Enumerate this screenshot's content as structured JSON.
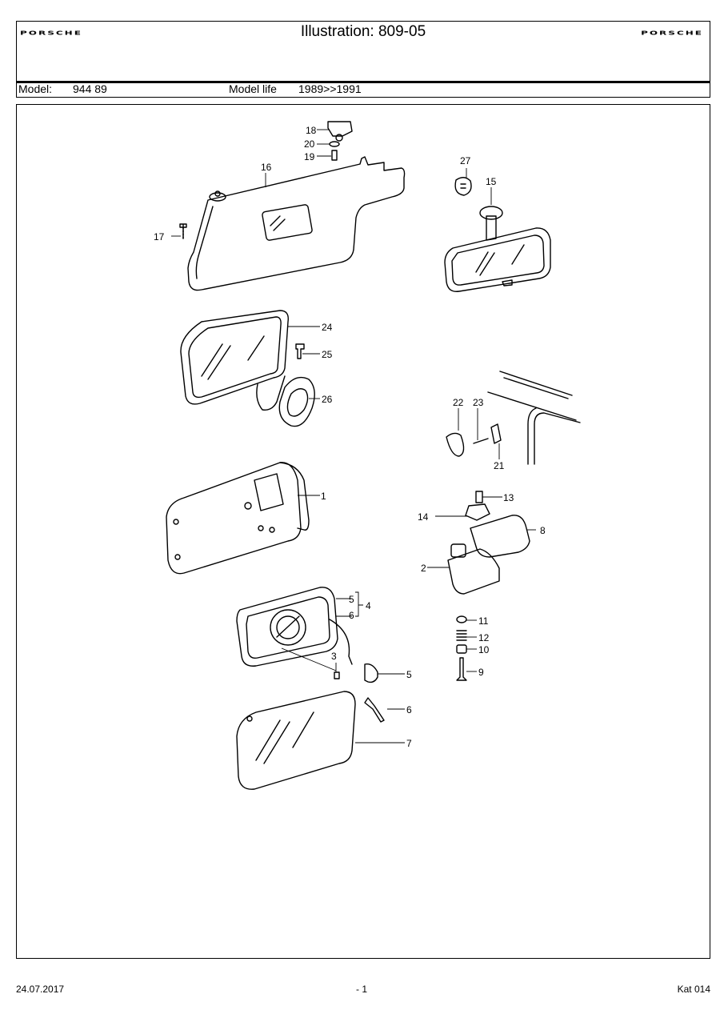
{
  "header": {
    "brand_left": "PORSCHE",
    "brand_right": "PORSCHE",
    "title": "Illustration: 809-05",
    "model_label": "Model:",
    "model_value": "944 89",
    "model_life_label": "Model life",
    "model_life_value": "1989>>1991"
  },
  "callouts": {
    "c1": "1",
    "c2": "2",
    "c3": "3",
    "c4": "4",
    "c5": "5",
    "c5b": "5",
    "c6": "6",
    "c6b": "6",
    "c7": "7",
    "c8": "8",
    "c9": "9",
    "c10": "10",
    "c11": "11",
    "c12": "12",
    "c13": "13",
    "c14": "14",
    "c15": "15",
    "c16": "16",
    "c17": "17",
    "c18": "18",
    "c19": "19",
    "c20": "20",
    "c21": "21",
    "c22": "22",
    "c23": "23",
    "c24": "24",
    "c25": "25",
    "c26": "26",
    "c27": "27"
  },
  "footer": {
    "date": "24.07.2017",
    "page": "- 1",
    "catalog": "Kat 014"
  }
}
